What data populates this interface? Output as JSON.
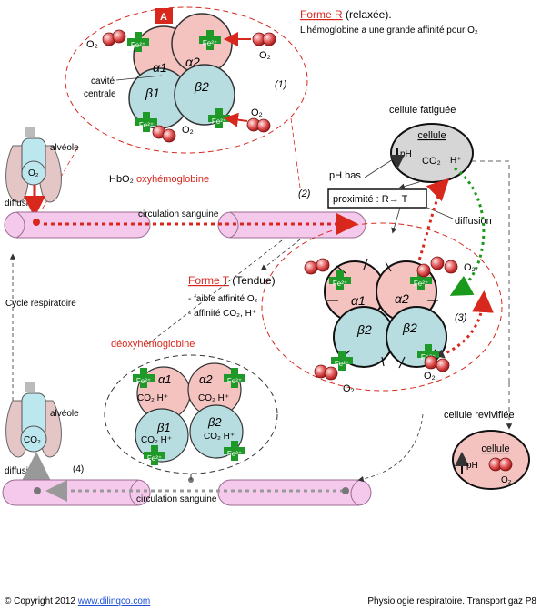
{
  "badge": "A",
  "forme_r": {
    "title": "Forme R",
    "suffix": " (relaxée).",
    "desc": "L'hémoglobine a une grande affinité pour O₂"
  },
  "forme_t": {
    "title": "Forme T",
    "suffix": " (Tendue)",
    "line1": "- faible affinité O₂",
    "line2": "- affinité CO₂, H⁺"
  },
  "labels": {
    "o2": "O₂",
    "co2": "CO₂",
    "fe": "Fe²⁺",
    "alpha1": "α1",
    "alpha2": "α2",
    "beta1": "β1",
    "beta2": "β2",
    "cavite": "cavité",
    "centrale": "centrale",
    "alveole": "alvéole",
    "diffusion": "diffusion",
    "hbo2": "HbO₂",
    "oxy": " oxyhémoglobine",
    "circulation": "circulation sanguine",
    "cellule_fatiguee": "cellule fatiguée",
    "cellule": "cellule",
    "ph": "pH",
    "ph_bas": "pH bas",
    "h": "H⁺",
    "proximite": "proximité : R→ T",
    "cycle": "Cycle respiratoire",
    "deoxy": "déoxyhémoglobine",
    "co2h": "CO₂ H⁺",
    "cellule_revivifiee": "cellule revivifiée",
    "step1": "(1)",
    "step2": "(2)",
    "step3": "(3)",
    "step4": "(4)"
  },
  "footer": {
    "copyright": "© Copyright 2012 ",
    "link": "www.dilinqco.com",
    "right": "Physiologie respiratoire. Transport gaz P8"
  },
  "colors": {
    "red": "#d8281e",
    "pink_sub": "#f4c3c0",
    "teal_sub": "#b7dde0",
    "fe_green": "#1f9a28",
    "vessel": "#f5c9ec",
    "o2_ball": "#d94a4a",
    "arrow_green": "#1a9a1a"
  }
}
